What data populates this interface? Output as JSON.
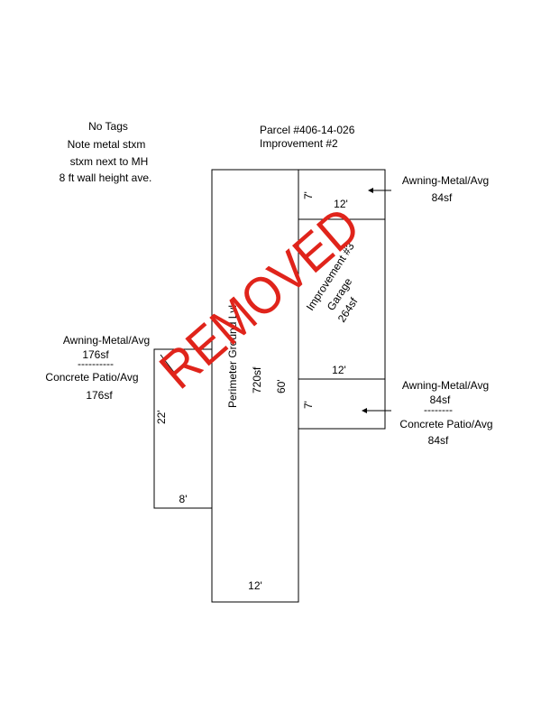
{
  "header": {
    "parcel": "Parcel #406-14-026",
    "improvement": "Improvement #2"
  },
  "notes": {
    "line1": "No Tags",
    "line2": "Note metal stxm",
    "line3": "stxm next to MH",
    "line4": "8 ft wall height ave."
  },
  "main_structure": {
    "label": "Perimeter Ground Lvl",
    "area": "720sf",
    "depth": "60'",
    "width": "12'"
  },
  "improvement3": {
    "label": "Improvement #3",
    "type": "Garage",
    "area": "264sf"
  },
  "top_awning": {
    "depth": "7'",
    "width": "12'",
    "label": "Awning-Metal/Avg",
    "area": "84sf"
  },
  "bottom_awning": {
    "width": "12'",
    "depth": "7'",
    "label1": "Awning-Metal/Avg",
    "area1": "84sf",
    "divider": "--------",
    "label2": "Concrete Patio/Avg",
    "area2": "84sf"
  },
  "left_patio": {
    "label1": "Awning-Metal/Avg",
    "area1": "176sf",
    "divider": "----------",
    "label2": "Concrete Patio/Avg",
    "area2": "176sf",
    "depth": "22'",
    "width": "8'"
  },
  "stamp": {
    "text": "REMOVED",
    "color": "#e0241b"
  }
}
